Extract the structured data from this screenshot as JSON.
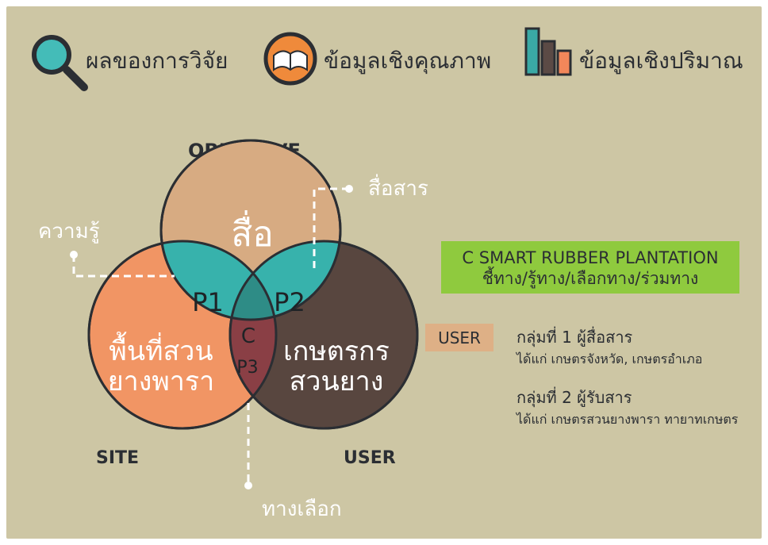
{
  "legend": [
    {
      "label": "ผลของการวิจัย",
      "icon": "magnifier-icon"
    },
    {
      "label": "ข้อมูลเชิงคุณภาพ",
      "icon": "open-book-icon"
    },
    {
      "label": "ข้อมูลเชิงปริมาณ",
      "icon": "bar-chart-icon"
    }
  ],
  "venn": {
    "top_title": "OBJECTIVE",
    "left_title": "SITE",
    "right_title": "USER",
    "top_circle": "สื่อ",
    "left_circle_line1": "พื้นที่สวน",
    "left_circle_line2": "ยางพารา",
    "right_circle_line1": "เกษตรกร",
    "right_circle_line2": "สวนยาง",
    "p1": "P1",
    "p2": "P2",
    "p3": "P3",
    "center": "C",
    "callout_left": "ความรู้",
    "callout_right": "สื่อสาร",
    "callout_bottom": "ทางเลือก"
  },
  "info": {
    "box_line1": "C SMART RUBBER PLANTATION",
    "box_line2": "ชี้ทาง/รู้ทาง/เลือกทาง/ร่วมทาง",
    "user_tag": "USER",
    "group1_title": "กลุ่มที่ 1 ผู้สื่อสาร",
    "group1_desc": "ได้แก่ เกษตรจังหวัด, เกษตรอำเภอ",
    "group2_title": "กลุ่มที่ 2 ผู้รับสาร",
    "group2_desc": "ได้แก่ เกษตรสวนยางพารา ทายาทเกษตร"
  },
  "colors": {
    "background": "#cdc6a4",
    "objective_circle": "#d7ab82",
    "site_circle": "#f19564",
    "user_circle": "#58463f",
    "overlap": "#37b2ac",
    "center": "#2e8c86",
    "p3": "#8a3f45",
    "green_box": "#8fca3e",
    "user_tag": "#deb086",
    "text_dark": "#2b2e33"
  }
}
